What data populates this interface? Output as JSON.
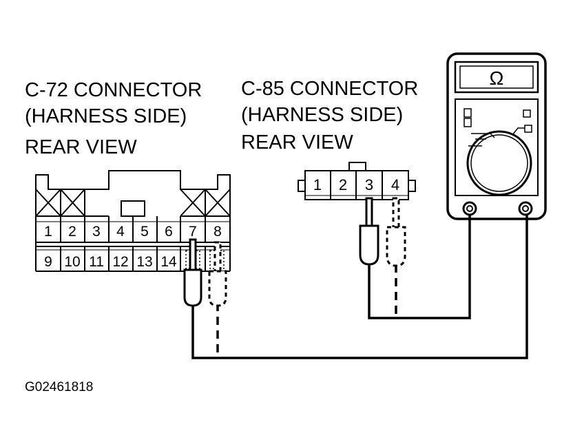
{
  "c72": {
    "title": "C-72 CONNECTOR",
    "side": "(HARNESS SIDE)",
    "view": "REAR VIEW",
    "pins_top": [
      "1",
      "2",
      "3",
      "4",
      "5",
      "6",
      "7",
      "8"
    ],
    "pins_bottom": [
      "9",
      "10",
      "11",
      "12",
      "13",
      "14"
    ]
  },
  "c85": {
    "title": "C-85 CONNECTOR",
    "side": "(HARNESS SIDE)",
    "view": "REAR VIEW",
    "pins": [
      "1",
      "2",
      "3",
      "4"
    ]
  },
  "meter": {
    "unit_symbol": "Ω",
    "icon": "ohmmeter-icon"
  },
  "figure_code": "G02461818"
}
